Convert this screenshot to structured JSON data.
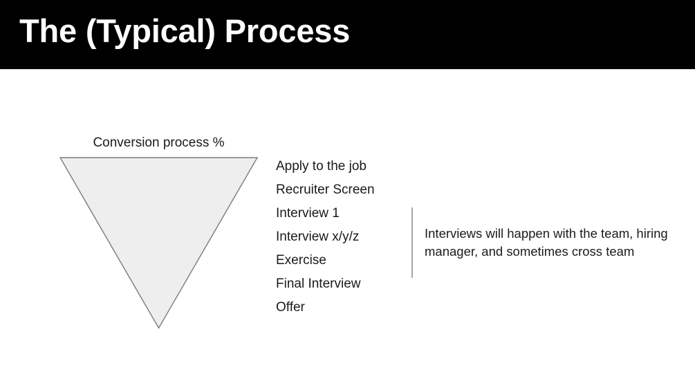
{
  "slide": {
    "title": "The (Typical) Process",
    "background_color": "#ffffff",
    "banner_color": "#000000",
    "title_color": "#ffffff"
  },
  "funnel": {
    "caption": "Conversion process %",
    "shape": "inverted-triangle",
    "fill_color": "#eeeeee",
    "stroke_color": "#7a7a7a"
  },
  "steps": [
    {
      "label": "Apply to the job"
    },
    {
      "label": "Recruiter Screen"
    },
    {
      "label": "Interview 1"
    },
    {
      "label": "Interview x/y/z"
    },
    {
      "label": "Exercise"
    },
    {
      "label": "Final Interview"
    },
    {
      "label": "Offer"
    }
  ],
  "annotation": {
    "text": "Interviews will happen with the team, hiring manager, and sometimes cross team",
    "rule_color": "#a6a6a6"
  }
}
